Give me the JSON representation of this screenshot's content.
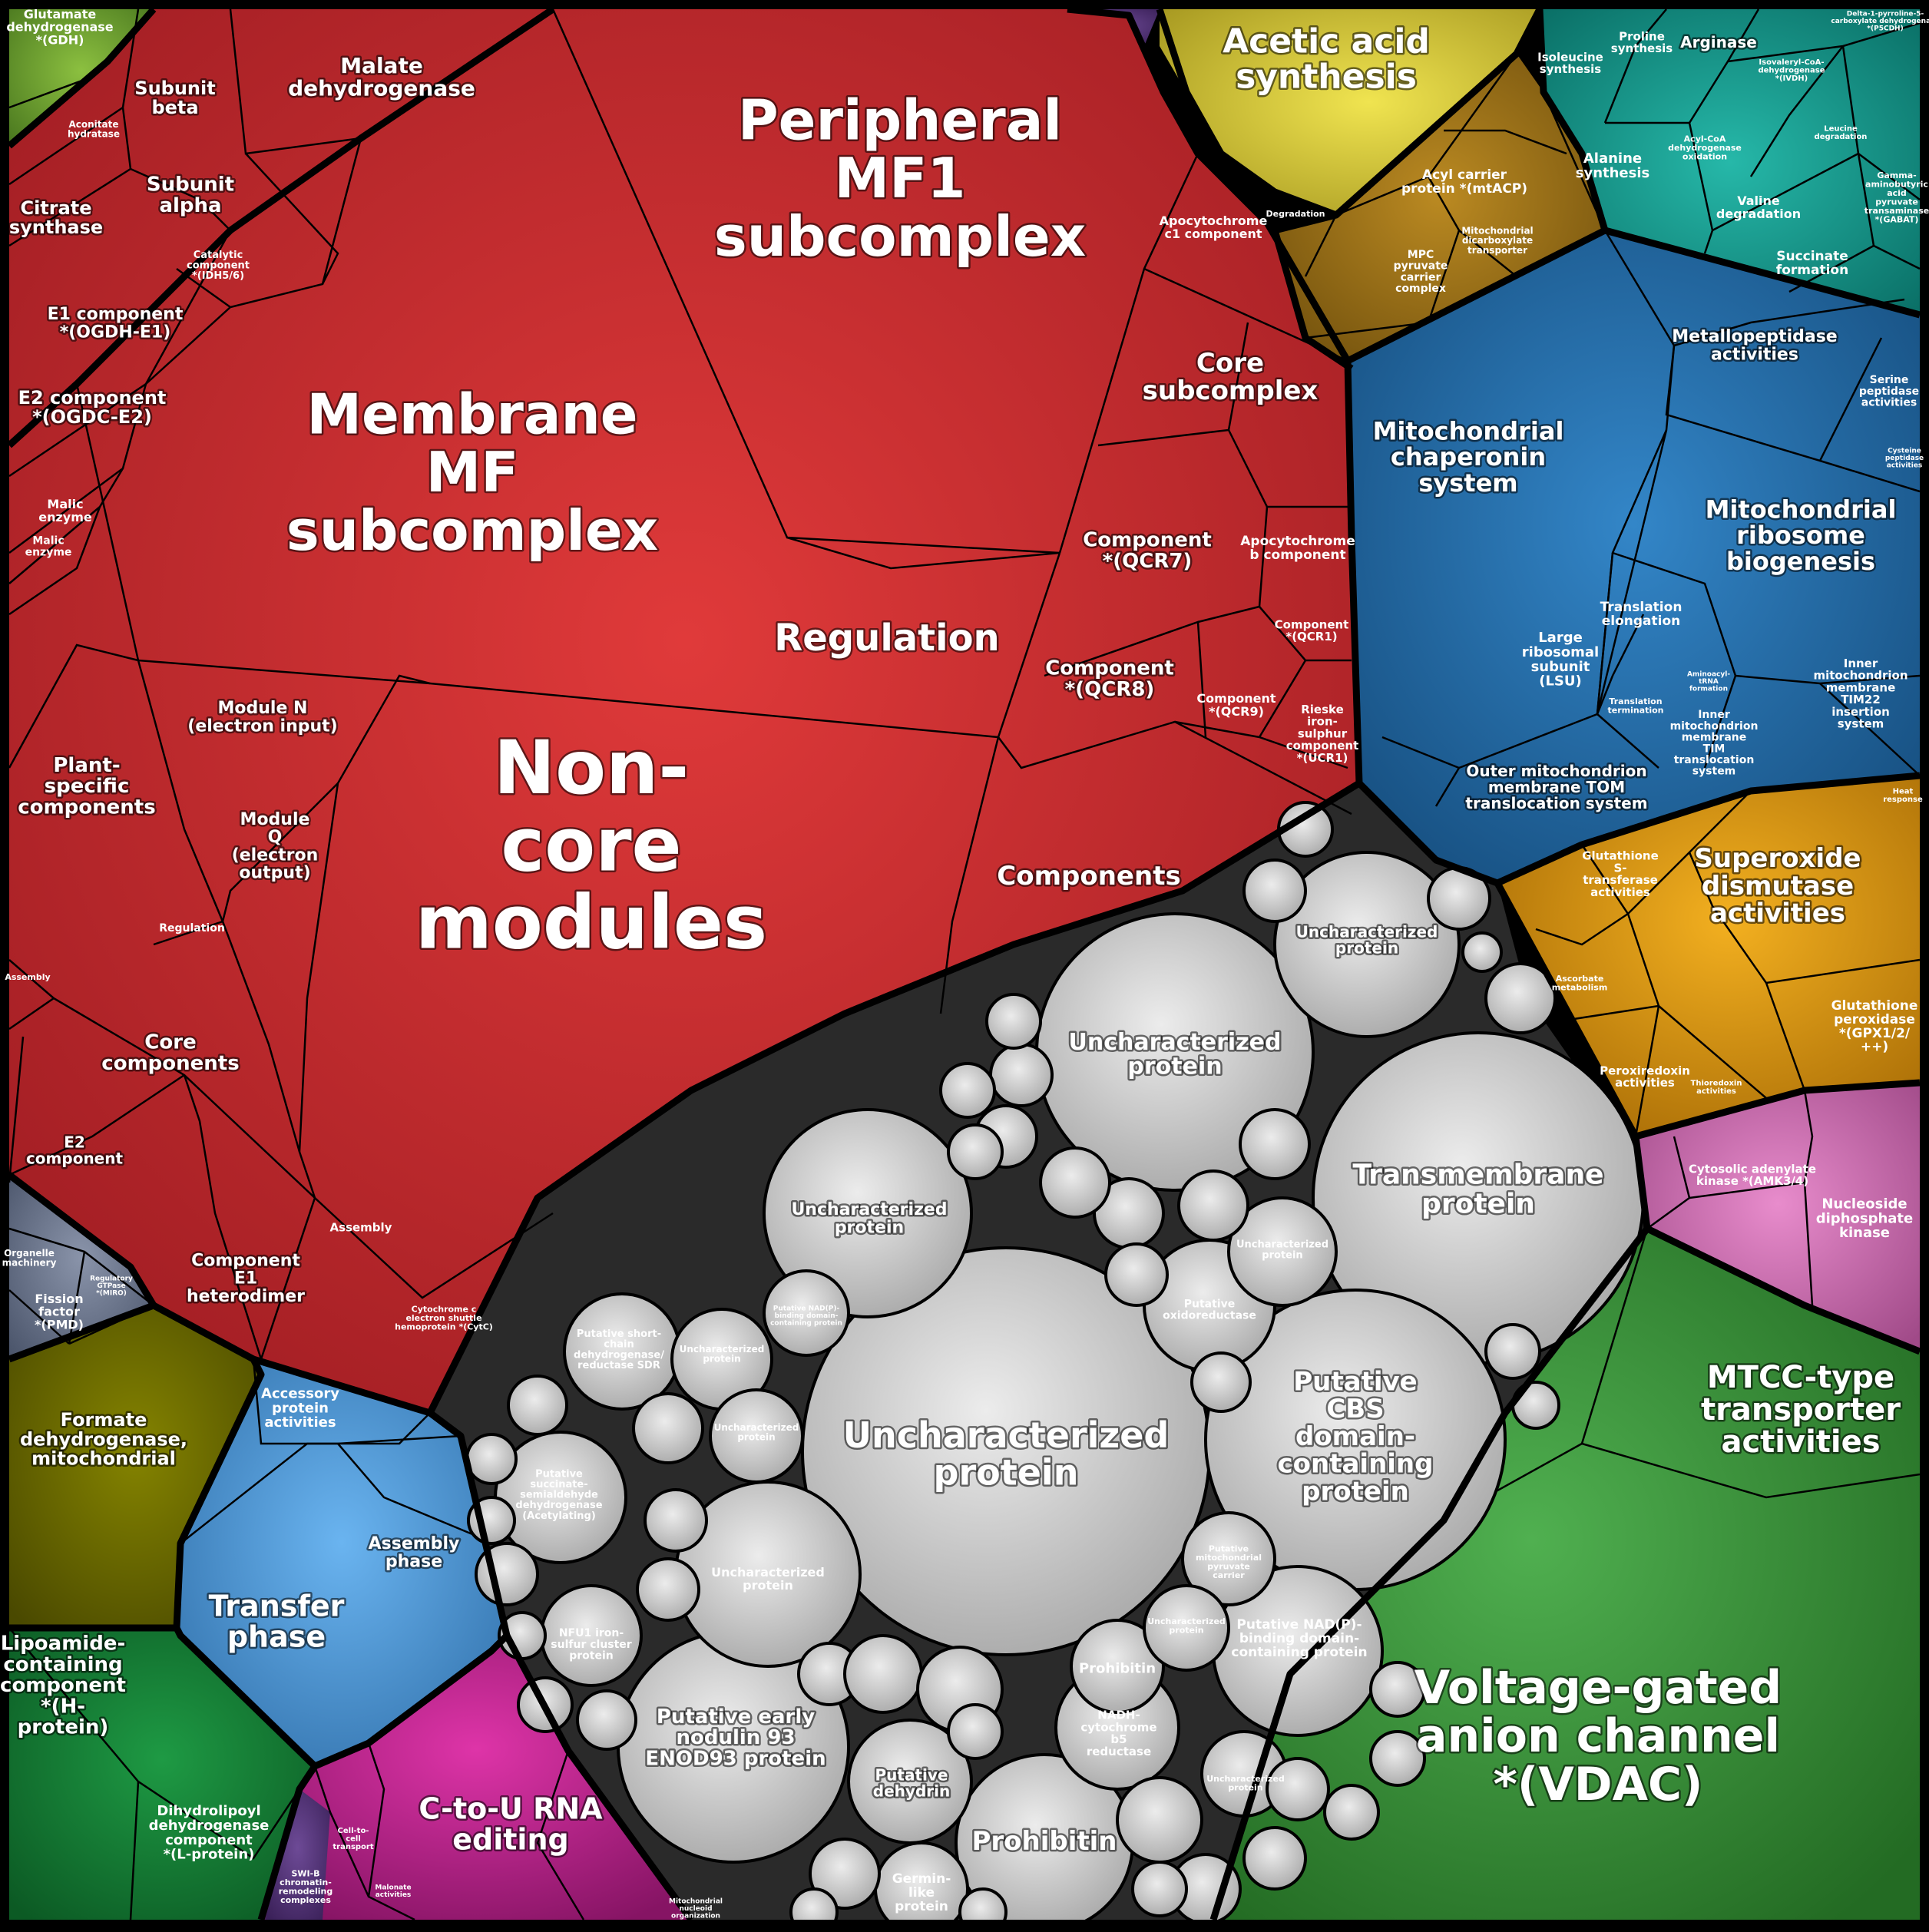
{
  "palette": {
    "red": "#b8232a",
    "redLight": "#e03a3a",
    "grey": "#bdbdbd",
    "greyLight": "#e4e4e4",
    "green": "#3a8c3a",
    "teal": "#12948a",
    "blue": "#1f6aa8",
    "lightBlue": "#4b92d0",
    "yellow": "#d4c43a",
    "brown": "#9a6e16",
    "orange": "#d4900f",
    "pink": "#cc6aac",
    "magenta": "#b82088",
    "darkGreen": "#137a32",
    "olive": "#6b6a00",
    "slate": "#6c7890",
    "lime": "#6da030",
    "purple": "#55337a",
    "violet": "#6b3fa0"
  },
  "labels": {
    "peripheral": [
      "Peripheral",
      "MF1",
      "subcomplex"
    ],
    "membrane": [
      "Membrane",
      "MF",
      "subcomplex"
    ],
    "noncore": [
      "Non-",
      "core",
      "modules"
    ],
    "regulation": "Regulation",
    "components": "Components",
    "core_subcomplex": [
      "Core",
      "subcomplex"
    ],
    "malate_dh": [
      "Malate",
      "dehydrogenase"
    ],
    "subunit_beta": [
      "Subunit",
      "beta"
    ],
    "subunit_alpha": [
      "Subunit",
      "alpha"
    ],
    "citrate_synthase": [
      "Citrate",
      "synthase"
    ],
    "catalytic": [
      "Catalytic",
      "component",
      "*(IDH5/6)"
    ],
    "e1_ogdh": [
      "E1 component",
      "*(OGDH-E1)"
    ],
    "e2_ogdc": [
      "E2 component",
      "*(OGDC-E2)"
    ],
    "malic1": [
      "Malic",
      "enzyme"
    ],
    "malic2": [
      "Malic",
      "enzyme"
    ],
    "glutamate_dh": [
      "Glutamate",
      "dehydrogenase",
      "*(GDH)"
    ],
    "aconitate": [
      "Aconitate",
      "hydratase"
    ],
    "module_n": [
      "Module N",
      "(electron input)"
    ],
    "module_q": [
      "Module",
      "Q",
      "(electron",
      "output)"
    ],
    "plant_specific": [
      "Plant-",
      "specific",
      "components"
    ],
    "regulation_small": "Regulation",
    "assembly_small": "Assembly",
    "core_components": [
      "Core",
      "components"
    ],
    "e2_component": [
      "E2",
      "component"
    ],
    "component_e1": [
      "Component",
      "E1",
      "heterodimer"
    ],
    "assembly2": "Assembly",
    "cytc": [
      "Cytochrome c",
      "electron shuttle",
      "hemoprotein *(CytC)"
    ],
    "apocyt_c1": [
      "Apocytochrome",
      "c1 component"
    ],
    "qcr7": [
      "Component",
      "*(QCR7)"
    ],
    "apocyt_b": [
      "Apocytochrome",
      "b component"
    ],
    "qcr8": [
      "Component",
      "*(QCR8)"
    ],
    "qcr1": [
      "Component",
      "*(QCR1)"
    ],
    "qcr9": [
      "Component",
      "*(QCR9)"
    ],
    "rieske": [
      "Rieske",
      "iron-",
      "sulphur",
      "component",
      "*(UCR1)"
    ],
    "acetic": [
      "Acetic acid",
      "synthesis"
    ],
    "acyl_carrier": [
      "Acyl carrier",
      "protein *(mtACP)"
    ],
    "mpc": [
      "MPC",
      "pyruvate",
      "carrier",
      "complex"
    ],
    "dicarboxylate": [
      "Mitochondrial",
      "dicarboxylate",
      "transporter"
    ],
    "degradation": "Degradation",
    "isoleucine": [
      "Isoleucine",
      "synthesis"
    ],
    "proline": [
      "Proline",
      "synthesis"
    ],
    "arginase": "Arginase",
    "p5cdh": [
      "Delta-1-pyrroline-5-",
      "carboxylate dehydrogenase",
      "*(P5CDH)"
    ],
    "ivdh": [
      "Isovaleryl-CoA-",
      "dehydrogenase",
      "*(IVDH)"
    ],
    "alanine": [
      "Alanine",
      "synthesis"
    ],
    "acylcoa": [
      "Acyl-CoA",
      "dehydrogenase",
      "oxidation"
    ],
    "leucine": [
      "Leucine",
      "degradation"
    ],
    "valine": [
      "Valine",
      "degradation"
    ],
    "gaba": [
      "Gamma-",
      "aminobutyric",
      "acid",
      "pyruvate",
      "transaminase",
      "*(GABAT)"
    ],
    "succinate": [
      "Succinate",
      "formation"
    ],
    "metallopeptidase": [
      "Metallopeptidase",
      "activities"
    ],
    "serine_pept": [
      "Serine",
      "peptidase",
      "activities"
    ],
    "cysteine_pept": [
      "Cysteine",
      "peptidase",
      "activities"
    ],
    "chaperonin": [
      "Mitochondrial",
      "chaperonin",
      "system"
    ],
    "ribosome": [
      "Mitochondrial",
      "ribosome",
      "biogenesis"
    ],
    "translation_elong": [
      "Translation",
      "elongation"
    ],
    "lsu": [
      "Large",
      "ribosomal",
      "subunit",
      "(LSU)"
    ],
    "translation_term": [
      "Translation",
      "termination"
    ],
    "trna": [
      "Aminoacyl-",
      "tRNA",
      "formation"
    ],
    "tim22": [
      "Inner",
      "mitochondrion",
      "membrane",
      "TIM22",
      "insertion",
      "system"
    ],
    "tim_transloc": [
      "Inner",
      "mitochondrion",
      "membrane",
      "TIM",
      "translocation",
      "system"
    ],
    "tom": [
      "Outer mitochondrion",
      "membrane TOM",
      "translocation system"
    ],
    "sod": [
      "Superoxide",
      "dismutase",
      "activities"
    ],
    "gst": [
      "Glutathione",
      "S-",
      "transferase",
      "activities"
    ],
    "ascorbate": [
      "Ascorbate",
      "metabolism"
    ],
    "gpx": [
      "Glutathione",
      "peroxidase",
      "*(GPX1/2/",
      "++)"
    ],
    "peroxiredoxin": [
      "Peroxiredoxin",
      "activities"
    ],
    "thioredoxin": [
      "Thioredoxin",
      "activities"
    ],
    "heat": [
      "Heat",
      "response"
    ],
    "adenylate": [
      "Cytosolic adenylate",
      "kinase *(AMK3/4)"
    ],
    "ndk": [
      "Nucleoside",
      "diphosphate",
      "kinase"
    ],
    "mtcc": [
      "MTCC-type",
      "transporter",
      "activities"
    ],
    "vdac": [
      "Voltage-gated",
      "anion channel",
      "*(VDAC)"
    ],
    "formate": [
      "Formate",
      "dehydrogenase,",
      "mitochondrial"
    ],
    "fission": [
      "Fission",
      "factor",
      "*(PMD)"
    ],
    "organelle": [
      "Organelle",
      "machinery"
    ],
    "regulatory_gtpase": [
      "Regulatory",
      "GTPase",
      "*(MIRO)"
    ],
    "accessory": [
      "Accessory",
      "protein",
      "activities"
    ],
    "assembly_phase": [
      "Assembly",
      "phase"
    ],
    "transfer_phase": [
      "Transfer",
      "phase"
    ],
    "lipoamide": [
      "Lipoamide-",
      "containing",
      "component",
      "*(H-",
      "protein)"
    ],
    "dihydrolipoyl": [
      "Dihydrolipoyl",
      "dehydrogenase",
      "component",
      "*(L-protein)"
    ],
    "ctou": [
      "C-to-U RNA",
      "editing"
    ],
    "cell_to_cell": [
      "Cell-to-",
      "cell",
      "transport"
    ],
    "swib": [
      "SWI-B",
      "chromatin-",
      "remodeling",
      "complexes"
    ],
    "malonate": [
      "Malonate",
      "activities"
    ],
    "nucleoid": [
      "Mitochondrial",
      "nucleoid",
      "organization"
    ]
  },
  "bubbles": [
    {
      "id": "b_uncharacterized_big",
      "label": [
        "Uncharacterized",
        "protein"
      ]
    },
    {
      "id": "b_transmembrane",
      "label": [
        "Transmembrane",
        "protein"
      ]
    },
    {
      "id": "b_uncharacterized_2",
      "label": [
        "Uncharacterized",
        "protein"
      ]
    },
    {
      "id": "b_cbs",
      "label": [
        "Putative",
        "CBS",
        "domain-",
        "containing",
        "protein"
      ]
    },
    {
      "id": "b_enod93",
      "label": [
        "Putative early",
        "nodulin 93",
        "ENOD93 protein"
      ]
    },
    {
      "id": "b_prohibitin_1",
      "label": [
        "Prohibitin"
      ]
    },
    {
      "id": "b_uncharacterized_3",
      "label": [
        "Uncharacterized",
        "protein"
      ]
    },
    {
      "id": "b_uncharacterized_4",
      "label": [
        "Uncharacterized",
        "protein"
      ]
    },
    {
      "id": "b_uncharacterized_5",
      "label": [
        "Uncharacterized",
        "protein"
      ]
    },
    {
      "id": "b_nadp_binding",
      "label": [
        "Putative NAD(P)-",
        "binding domain-",
        "containing protein"
      ]
    },
    {
      "id": "b_dehydrin",
      "label": [
        "Putative",
        "dehydrin"
      ]
    },
    {
      "id": "b_nadh_cyt",
      "label": [
        "NADH-",
        "cytochrome",
        "b5",
        "reductase"
      ]
    },
    {
      "id": "b_prohibitin_2",
      "label": [
        "Prohibitin"
      ]
    },
    {
      "id": "b_germin",
      "label": [
        "Germin-",
        "like",
        "protein"
      ]
    },
    {
      "id": "b_putative_oxidoreductase",
      "label": [
        "Putative",
        "oxidoreductase"
      ]
    },
    {
      "id": "b_succinate_semi",
      "label": [
        "Putative",
        "succinate-",
        "semialdehyde",
        "dehydrogenase",
        "(Acetylating)"
      ]
    },
    {
      "id": "b_short_chain",
      "label": [
        "Putative short-",
        "chain",
        "dehydrogenase/",
        "reductase SDR"
      ]
    },
    {
      "id": "b_nfu1",
      "label": [
        "NFU1 iron-",
        "sulfur cluster",
        "protein"
      ]
    },
    {
      "id": "b_uncharacterized_6",
      "label": [
        "Uncharacterized",
        "protein"
      ]
    },
    {
      "id": "b_uncharacterized_7",
      "label": [
        "Uncharacterized",
        "protein"
      ]
    },
    {
      "id": "b_uncharacterized_8",
      "label": [
        "Uncharacterized",
        "protein"
      ]
    },
    {
      "id": "b_mito_pyro",
      "label": [
        "Putative",
        "mitochondrial",
        "pyruvate",
        "carrier"
      ]
    },
    {
      "id": "b_uncharacterized_9",
      "label": [
        "Uncharacterized",
        "protein"
      ]
    },
    {
      "id": "b_uncharacterized_10",
      "label": [
        "Uncharacterized",
        "protein"
      ]
    },
    {
      "id": "b_putative_nadp2",
      "label": [
        "Putative NAD(P)-",
        "binding domain-",
        "containing protein"
      ]
    }
  ]
}
